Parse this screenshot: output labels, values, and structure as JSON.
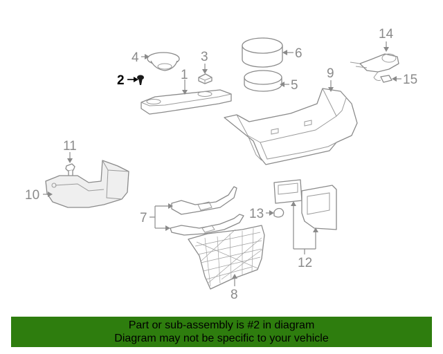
{
  "diagram": {
    "callouts": [
      {
        "id": "1",
        "label": "1"
      },
      {
        "id": "2",
        "label": "2",
        "highlighted": true
      },
      {
        "id": "3",
        "label": "3"
      },
      {
        "id": "4",
        "label": "4"
      },
      {
        "id": "5",
        "label": "5"
      },
      {
        "id": "6",
        "label": "6"
      },
      {
        "id": "7",
        "label": "7"
      },
      {
        "id": "8",
        "label": "8"
      },
      {
        "id": "9",
        "label": "9"
      },
      {
        "id": "10",
        "label": "10"
      },
      {
        "id": "11",
        "label": "11"
      },
      {
        "id": "12",
        "label": "12"
      },
      {
        "id": "13",
        "label": "13"
      },
      {
        "id": "14",
        "label": "14"
      },
      {
        "id": "15",
        "label": "15"
      }
    ],
    "highlight_color": "#000000",
    "line_color": "#8a8a8a"
  },
  "banner": {
    "line1": "Part or sub-assembly is #2 in diagram",
    "line2": "Diagram may not be specific to your vehicle",
    "background": "#2e7d0e"
  }
}
